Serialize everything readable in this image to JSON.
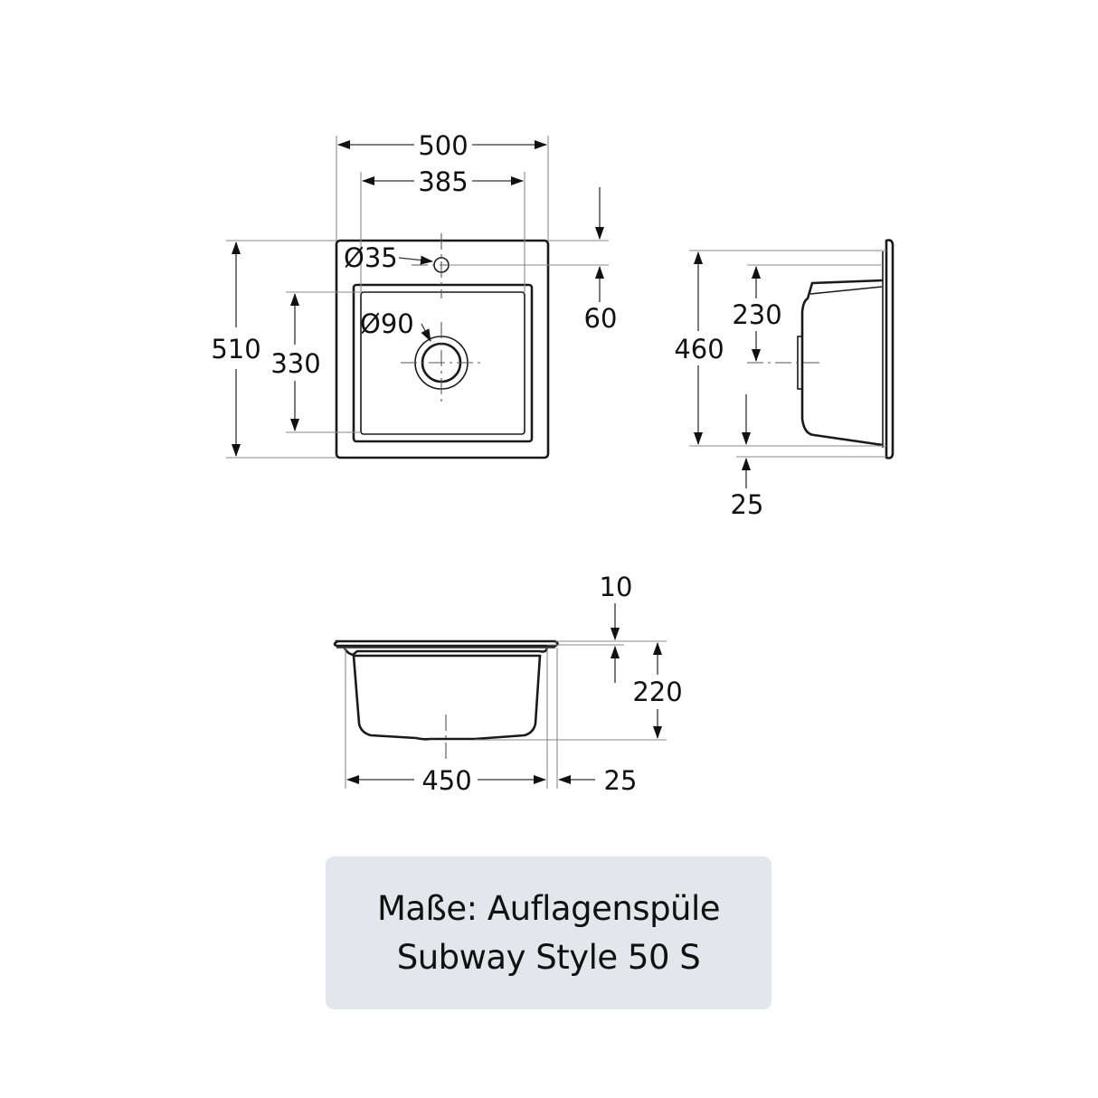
{
  "drawing": {
    "top_view": {
      "overall_width": "500",
      "bowl_width": "385",
      "overall_depth": "510",
      "bowl_depth": "330",
      "tap_hole_diameter": "Ø35",
      "drain_diameter": "Ø90",
      "tap_hole_offset": "60"
    },
    "side_view": {
      "bowl_length": "460",
      "drain_center": "230",
      "rim_offset": "25"
    },
    "front_view": {
      "rim_thickness": "10",
      "bowl_depth": "220",
      "bowl_width": "450",
      "rim_overhang": "25"
    }
  },
  "caption": {
    "line1": "Maße: Auflagenspüle",
    "line2": "Subway Style 50 S",
    "background": "#e3e7eb"
  }
}
